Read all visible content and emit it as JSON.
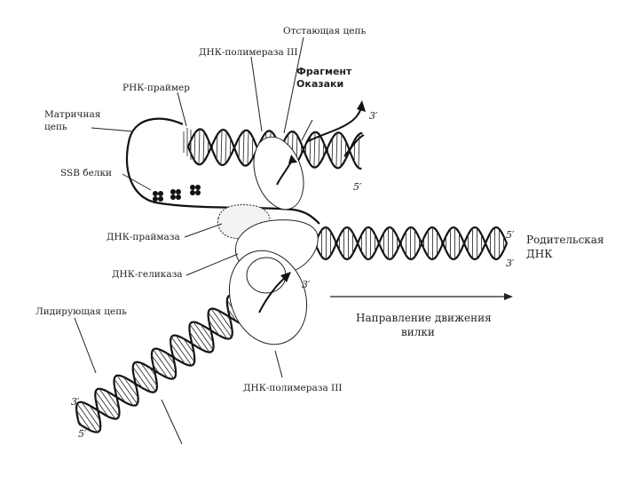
{
  "labels": {
    "lagging_strand": "Отстающая цепь",
    "dna_polymerase_top": "ДНК-полимераза III",
    "rna_primer": "РНК-праймер",
    "okazaki_line1": "Фрагмент",
    "okazaki_line2": "Оказаки",
    "template_line1": "Матричная",
    "template_line2": "цепь",
    "ssb": "SSB белки",
    "primase": "ДНК-праймаза",
    "helicase": "ДНК-геликаза",
    "leading_strand": "Лидирующая цепь",
    "parent_line1": "Родительская",
    "parent_line2": "ДНК",
    "direction_line1": "Направление движения",
    "direction_line2": "вилки",
    "dna_polymerase_bottom": "ДНК-полимераза III"
  },
  "strand_ends": {
    "lagging_3": "3′",
    "lagging_5": "5′",
    "parent_5": "5′",
    "parent_3": "3′",
    "leading_3_top": "3′",
    "leading_5_bottom": "5′",
    "polymerase_3": "3′"
  },
  "colors": {
    "ink": "#111111",
    "background": "#ffffff"
  }
}
